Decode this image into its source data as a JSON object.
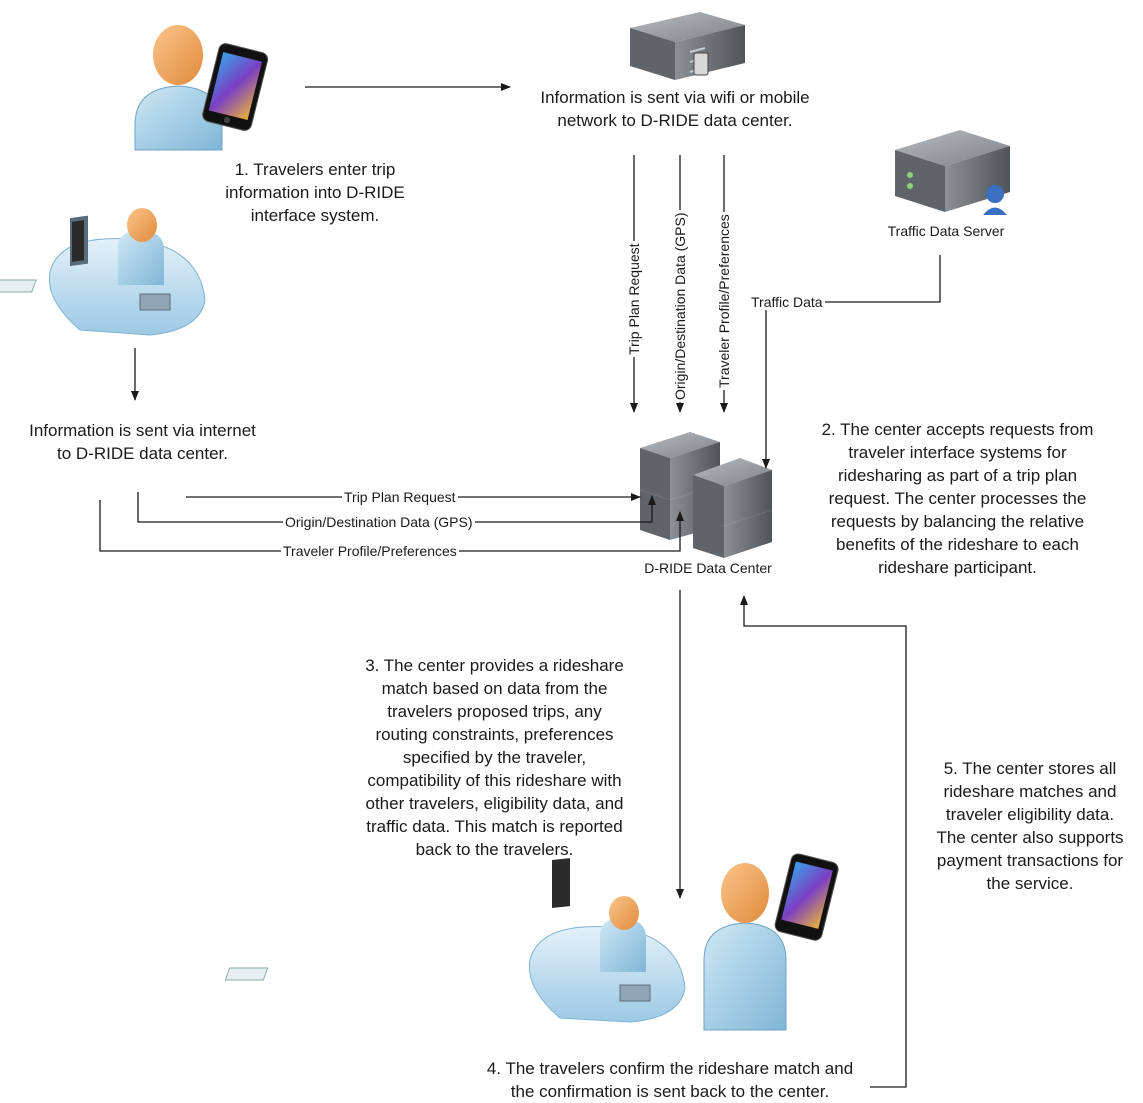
{
  "steps": {
    "step1": "1. Travelers enter trip\ninformation into D-RIDE\ninterface system.",
    "wifi": "Information is sent via wifi or mobile\nnetwork to D-RIDE data center.",
    "internet": "Information is sent via internet\nto D-RIDE data center.",
    "step2": "2. The center accepts requests from\ntraveler interface systems for\nridesharing as part of a trip plan\nrequest. The center processes the\nrequests by balancing the relative\nbenefits of the rideshare to each\nrideshare participant.",
    "step3": "3. The center provides a rideshare\nmatch based on data from the\ntravelers proposed trips, any\nrouting constraints, preferences\nspecified by the traveler,\ncompatibility of this rideshare with\nother travelers, eligibility data, and\ntraffic data. This match is reported\nback to the travelers.",
    "step4": "4. The travelers confirm the rideshare match and\nthe confirmation is sent back to the center.",
    "step5": "5. The center stores all\nrideshare matches and\ntraveler eligibility data.\nThe center also supports\npayment transactions for\nthe service."
  },
  "nodes": {
    "traffic_server": "Traffic Data Server",
    "data_center": "D-RIDE Data Center"
  },
  "flows": {
    "trip_plan": "Trip Plan Request",
    "origin_dest": "Origin/Destination Data (GPS)",
    "profile": "Traveler Profile/Preferences",
    "traffic": "Traffic Data"
  },
  "colors": {
    "skin": "#f2a25a",
    "body": "#a9d3ea",
    "desk": "#c6e1f2",
    "server": "#6d7377",
    "line": "#1a1a1a"
  }
}
